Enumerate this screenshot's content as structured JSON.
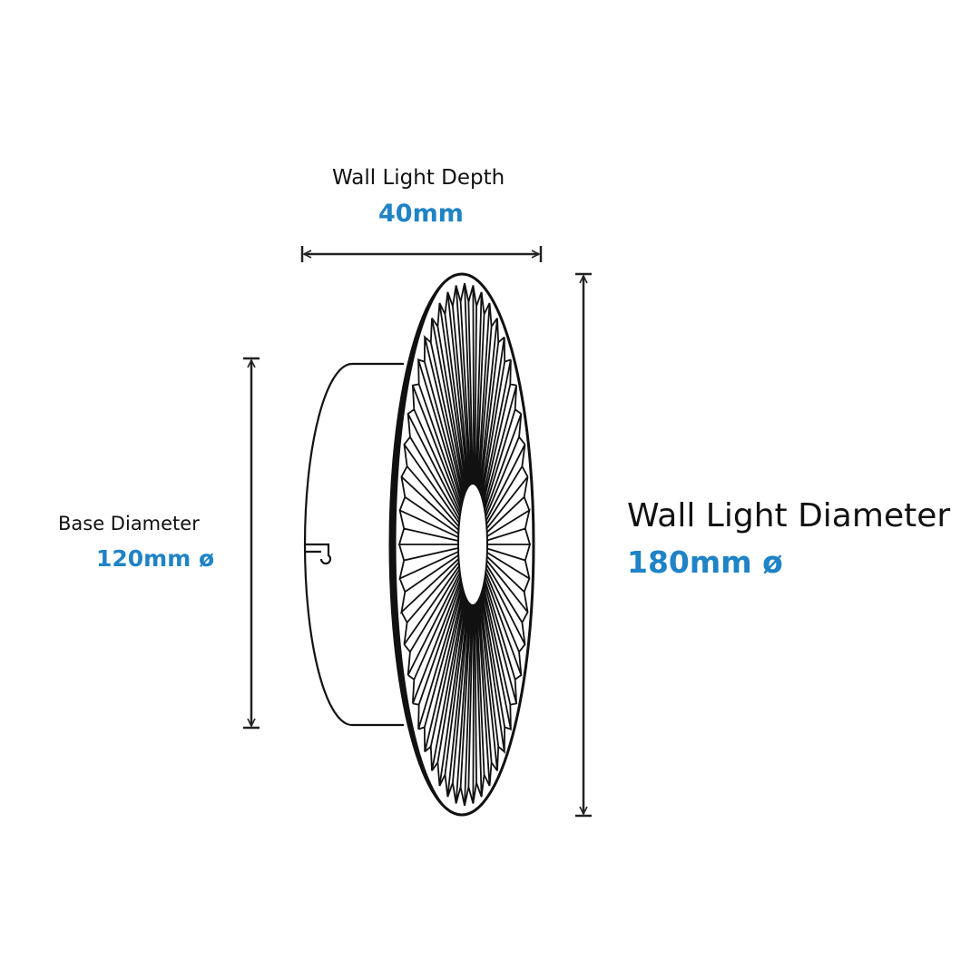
{
  "depth": {
    "label": "Wall Light Depth",
    "value": "40mm"
  },
  "base": {
    "label": "Base Diameter",
    "value": "120mm ø"
  },
  "diameter": {
    "label": "Wall Light Diameter",
    "value": "180mm ø"
  },
  "colors": {
    "accent": "#1f83c6",
    "line": "#111111"
  }
}
